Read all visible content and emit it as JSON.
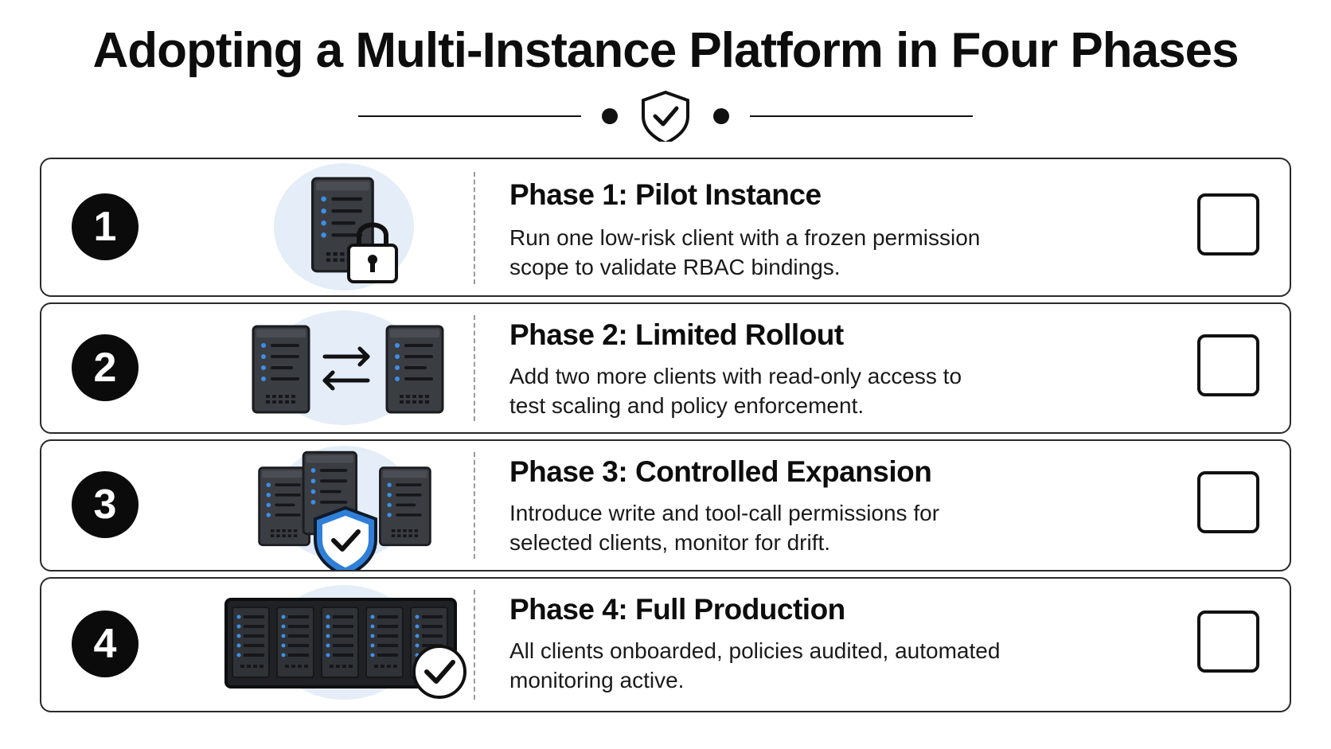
{
  "header": {
    "title": "Adopting a Multi-Instance Platform in Four Phases",
    "emblem_icon": "shield-check-icon"
  },
  "colors": {
    "ink": "#111111",
    "halo": "#e4edf8",
    "server_body": "#3a3d42",
    "server_led": "#3d8fe8",
    "shield_blue": "#2f7fd8"
  },
  "phases": [
    {
      "number": "1",
      "title": "Phase 1: Pilot Instance",
      "description": "Run one low-risk client with a frozen permission scope to validate RBAC bindings.",
      "icon": "server-lock-icon",
      "checked": false
    },
    {
      "number": "2",
      "title": "Phase 2: Limited Rollout",
      "description": "Add two more clients with read-only access to test scaling and policy enforcement.",
      "icon": "servers-exchange-icon",
      "checked": false
    },
    {
      "number": "3",
      "title": "Phase 3: Controlled Expansion",
      "description": "Introduce write and tool-call permissions for selected clients, monitor for drift.",
      "icon": "servers-shield-icon",
      "checked": false
    },
    {
      "number": "4",
      "title": "Phase 4: Full Production",
      "description": "All clients onboarded, policies audited, automated monitoring active.",
      "icon": "server-rack-check-icon",
      "checked": false
    }
  ]
}
